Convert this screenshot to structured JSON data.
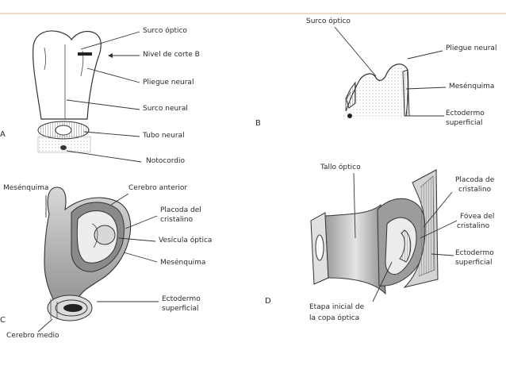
{
  "colors": {
    "top_rule": "#e8dcc8",
    "ink": "#333333",
    "shade": "#bdbdbd"
  },
  "panels": {
    "a": "A",
    "b": "B",
    "c": "C",
    "d": "D"
  },
  "labels_a": {
    "surco_optico": "Surco óptico",
    "nivel_corte": "Nivel de corte B",
    "pliegue_neural": "Pliegue neural",
    "surco_neural": "Surco neural",
    "tubo_neural": "Tubo neural",
    "notocordio": "Notocordio"
  },
  "labels_b": {
    "surco_optico": "Surco óptico",
    "pliegue_neural": "Pliegue neural",
    "mesenquima": "Mesénquima",
    "ectodermo_1": "Ectodermo",
    "ectodermo_2": "superficial"
  },
  "labels_c": {
    "mesenquima_top": "Mesénquima",
    "cerebro_anterior": "Cerebro anterior",
    "placoda_1": "Placoda del",
    "placoda_2": "cristalino",
    "vesicula": "Vesícula óptica",
    "mesenquima": "Mesénquima",
    "ectodermo_1": "Ectodermo",
    "ectodermo_2": "superficial",
    "cerebro_medio": "Cerebro medio"
  },
  "labels_d": {
    "tallo": "Tallo óptico",
    "placoda_1": "Placoda de",
    "placoda_2": "cristalino",
    "fovea_1": "Fóvea del",
    "fovea_2": "cristalino",
    "ectodermo_1": "Ectodermo",
    "ectodermo_2": "superficial",
    "etapa_1": "Etapa inicial de",
    "etapa_2": "la copa óptica"
  }
}
